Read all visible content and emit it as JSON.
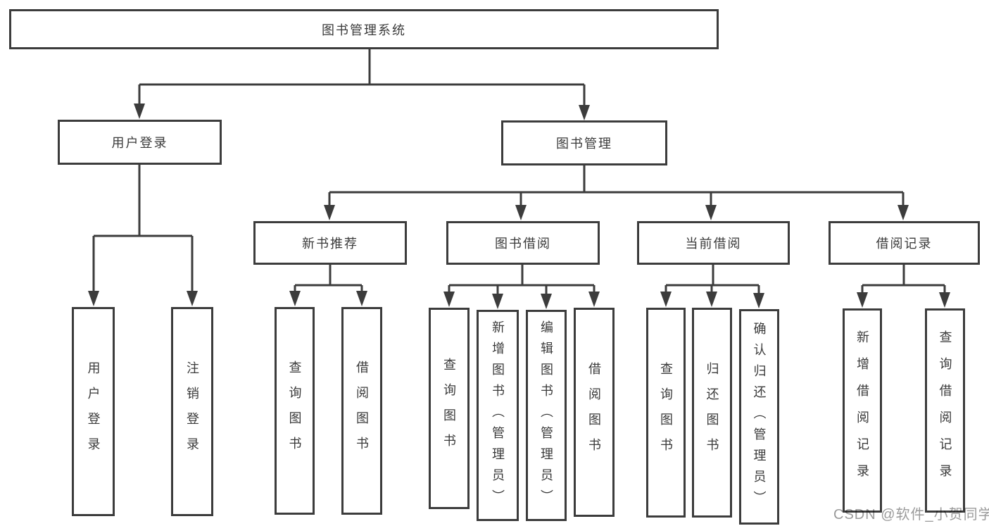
{
  "diagram": {
    "root": "图书管理系统",
    "branches": {
      "user_login": {
        "label": "用户登录",
        "children": [
          "用户登录",
          "注销登录"
        ]
      },
      "book_management": {
        "label": "图书管理",
        "sections": {
          "new_book": {
            "label": "新书推荐",
            "children": [
              "查询图书",
              "借阅图书"
            ]
          },
          "borrow": {
            "label": "图书借阅",
            "children": [
              "查询图书",
              "新增图书（管理员）",
              "编辑图书（管理员）",
              "借阅图书"
            ]
          },
          "current": {
            "label": "当前借阅",
            "children": [
              "查询图书",
              "归还图书",
              "确认归还（管理员）"
            ]
          },
          "records": {
            "label": "借阅记录",
            "children": [
              "新增借阅记录",
              "查询借阅记录"
            ]
          }
        }
      }
    }
  },
  "colors": {
    "line": "#3c3c3c",
    "text": "#3a3a3a",
    "watermark": "#9b9b9b"
  },
  "watermark": "CSDN @软件_小贺同学"
}
